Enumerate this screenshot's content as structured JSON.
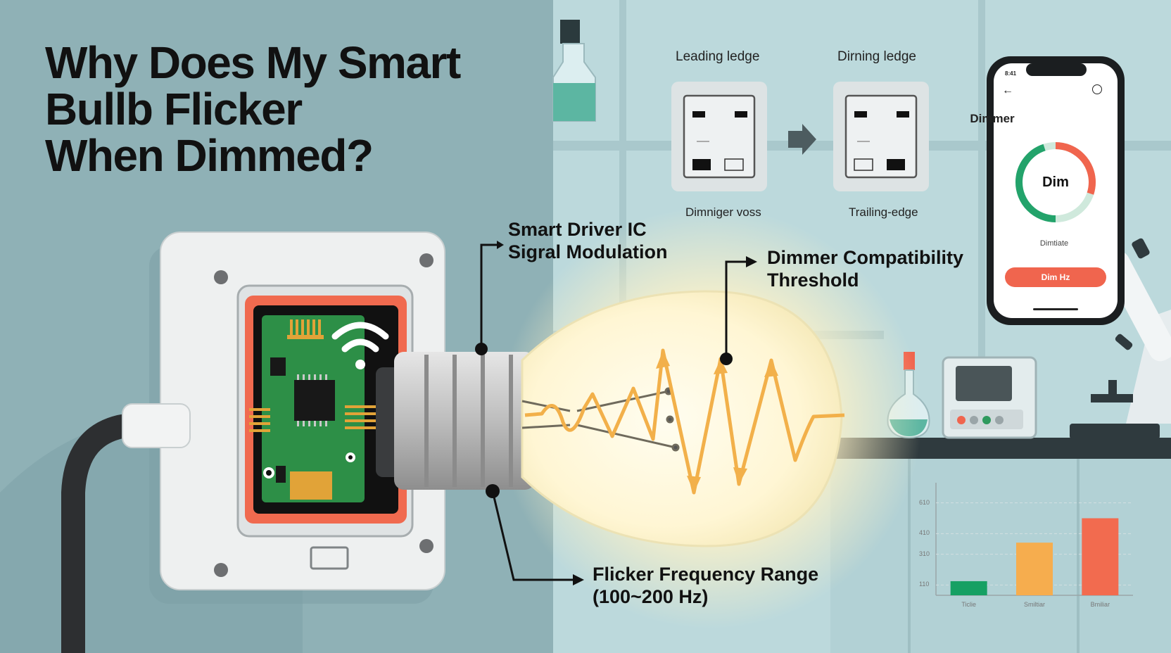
{
  "title": "Why Does My Smart\nBullb Flicker\nWhen Dimmed?",
  "callouts": {
    "driver_ic": "Smart Driver IC\nSigral Modulation",
    "compatibility": "Dimmer Compatibility\nThreshold",
    "flicker_range": "Flicker Frequency Range\n(100~200 Hz)"
  },
  "dimmer_panels": {
    "left_top_label": "Leading ledge",
    "right_top_label": "Dirning ledge",
    "left_bottom_label": "Dimniger voss",
    "right_bottom_label": "Trailing-edge",
    "arrow_icon": "arrow-right-icon"
  },
  "phone": {
    "status_time": "8:41",
    "back_icon": "back-arrow-icon",
    "menu_icon": "circle-minus-icon",
    "title": "Dimmer",
    "gauge_label": "Dim",
    "small_text": "Dimtiate",
    "button_label": "Dim Hz",
    "gauge_green_fraction": 0.45,
    "gauge_red_fraction": 0.3
  },
  "colors": {
    "wall_left": "#8fb1b6",
    "wall_right": "#bcd9dc",
    "accent_orange": "#f0654e",
    "waveform": "#f2b04a",
    "pcb_green": "#2d8f47",
    "gauge_green": "#23a36b",
    "gauge_red": "#f0654e",
    "bar_green": "#16a063",
    "bar_orange": "#f6ad4e",
    "bar_red": "#f26b4f"
  },
  "chart_data": {
    "type": "bar",
    "categories": [
      "Ticlie",
      "Smiltiar",
      "Bmiliar"
    ],
    "values": [
      55,
      205,
      300
    ],
    "yticks": [
      "110",
      "310",
      "410",
      "610"
    ],
    "ylim": [
      0,
      400
    ],
    "colors": [
      "#16a063",
      "#f6ad4e",
      "#f26b4f"
    ],
    "grid": true
  }
}
